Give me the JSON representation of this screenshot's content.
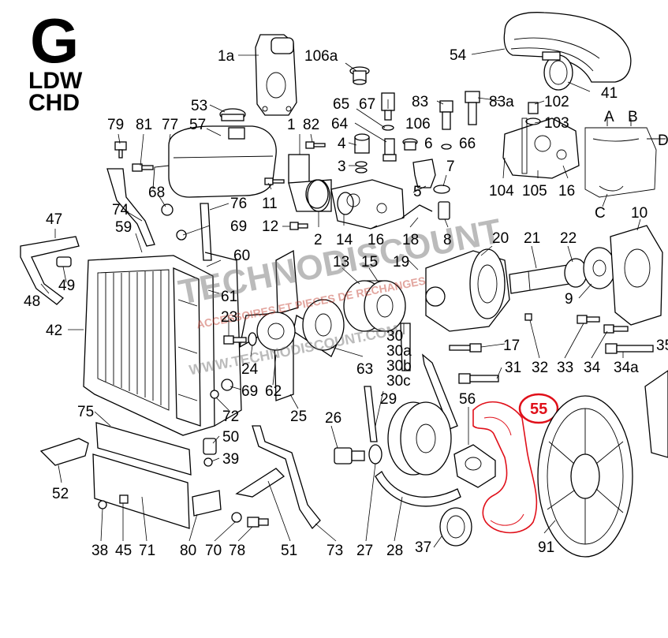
{
  "header": {
    "section_letter": "G",
    "model_line1": "LDW",
    "model_line2": "CHD"
  },
  "watermark": {
    "brand": "TECHNODISCOUNT",
    "tagline": "ACCESSOIRES ET PIECES DE RECHANGES",
    "url": "WWW.TECHNODISCOUNT.COM"
  },
  "highlight": {
    "part_number": "55",
    "color": "#e0101a"
  },
  "colors": {
    "ink": "#000000",
    "background": "#ffffff",
    "watermark": "#6b6b6b",
    "watermark_red": "#c0392b"
  },
  "labels": {
    "l54": "54",
    "l41": "41",
    "l1a": "1a",
    "l106a": "106a",
    "l53": "53",
    "l65": "65",
    "l67": "67",
    "l83": "83",
    "l83a": "83a",
    "l102": "102",
    "l103": "103",
    "lA": "A",
    "lB": "B",
    "lD": "D",
    "l79": "79",
    "l81": "81",
    "l77": "77",
    "l57": "57",
    "l1": "1",
    "l82": "82",
    "l64": "64",
    "l106": "106",
    "l6": "6",
    "l66": "66",
    "l4": "4",
    "l3": "3",
    "l7": "7",
    "l104": "104",
    "l105": "105",
    "l16b": "16",
    "lC": "C",
    "l10": "10",
    "l68": "68",
    "l74": "74",
    "l76": "76",
    "l11": "11",
    "l5": "5",
    "l69a": "69",
    "l12": "12",
    "l2": "2",
    "l14": "14",
    "l16": "16",
    "l18": "18",
    "l8": "8",
    "l47": "47",
    "l59": "59",
    "l20": "20",
    "l21": "21",
    "l22": "22",
    "l60": "60",
    "l13": "13",
    "l15": "15",
    "l19": "19",
    "l49": "49",
    "l48": "48",
    "l61": "61",
    "l9": "9",
    "l42": "42",
    "l23": "23",
    "l30": "30",
    "l30a": "30a",
    "l30b": "30b",
    "l30c": "30c",
    "l17": "17",
    "l33": "33",
    "l34": "34",
    "l34a": "34a",
    "l35": "35",
    "l24": "24",
    "l63": "63",
    "l31": "31",
    "l32": "32",
    "l69b": "69",
    "l62": "62",
    "l29": "29",
    "l56": "56",
    "l75": "75",
    "l72": "72",
    "l25": "25",
    "l26": "26",
    "l50": "50",
    "l39": "39",
    "l52": "52",
    "l91": "91",
    "l38": "38",
    "l45": "45",
    "l71": "71",
    "l80": "80",
    "l70": "70",
    "l78": "78",
    "l51": "51",
    "l73": "73",
    "l27": "27",
    "l28": "28",
    "l37": "37"
  }
}
